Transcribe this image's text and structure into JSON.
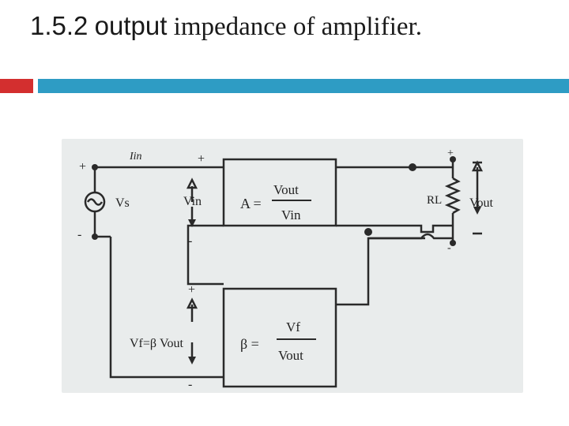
{
  "slide": {
    "title_num": "1.5.2",
    "title_word": "output",
    "title_rest": "impedance of amplifier.",
    "accent_red": "#d32f2f",
    "accent_blue": "#2e9cc4"
  },
  "diagram": {
    "iin": "Iin",
    "vs": "Vs",
    "vin": "Vin",
    "a_lhs": "A =",
    "a_num": "Vout",
    "a_den": "Vin",
    "rl": "RL",
    "vout": "Vout",
    "vf": "Vf=β Vout",
    "b_lhs": "β =",
    "b_num": "Vf",
    "b_den": "Vout",
    "plus": "+",
    "minus": "-"
  }
}
